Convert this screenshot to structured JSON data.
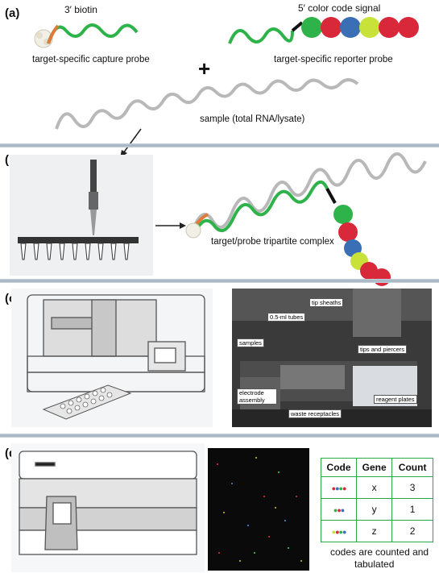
{
  "panels": {
    "a": {
      "letter": "(a)",
      "biotin_label": "3′ biotin",
      "color_signal_label": "5′ color code signal",
      "capture_probe_label": "target-specific capture probe",
      "reporter_probe_label": "target-specific reporter probe",
      "plus": "+",
      "sample_label": "sample (total RNA/lysate)"
    },
    "b": {
      "letter": "(b)",
      "complex_label": "target/probe tripartite complex"
    },
    "c": {
      "letter": "(c)",
      "photo_labels": {
        "tip_sheaths": "tip sheaths",
        "tubes": "0.5-ml tubes",
        "samples": "samples",
        "tips_piercers": "tips and piercers",
        "electrode": "electrode assembly",
        "reagent": "reagent plates",
        "waste": "waste receptacles"
      }
    },
    "d": {
      "letter": "(d)",
      "table": {
        "headers": [
          "Code",
          "Gene",
          "Count"
        ],
        "rows": [
          {
            "gene": "x",
            "count": "3"
          },
          {
            "gene": "y",
            "count": "1"
          },
          {
            "gene": "z",
            "count": "2"
          }
        ]
      },
      "caption_line1": "codes are counted and",
      "caption_line2": "tabulated"
    }
  },
  "colors": {
    "green": "#2db34a",
    "grey_strand": "#b8b8b8",
    "orange": "#e07a3a",
    "separator": "#9fb0c0"
  }
}
